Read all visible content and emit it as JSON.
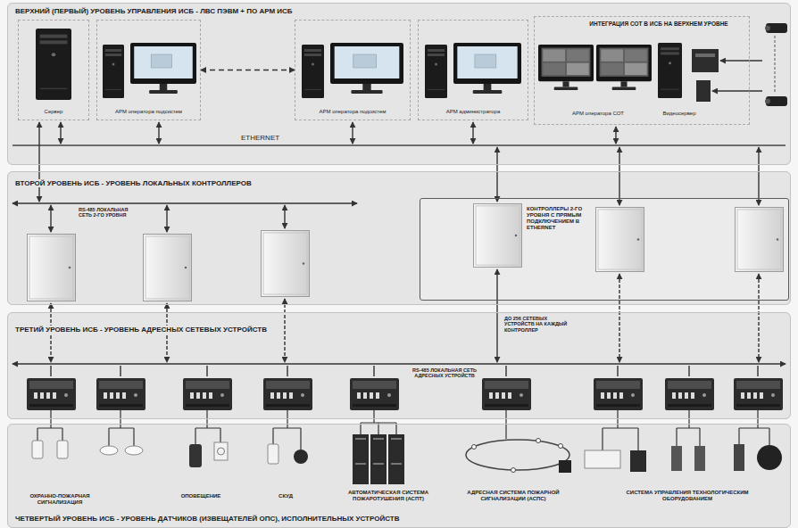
{
  "diagram": {
    "nodes": [
      {
        "text": [
          "ВЕРХНИЙ (ПЕРВЫЙ) УРОВЕНЬ УПРАВЛЕНИЯ ИСБ - ЛВС ПЭВМ + ПО АРМ ИСБ"
        ]
      },
      {
        "text": [
          "Сервер"
        ],
        "in": 0
      },
      {
        "text": [
          "АРМ оператора подсистем"
        ],
        "in": 0
      },
      {
        "text": [
          "АРМ оператора подсистем"
        ],
        "in": 0
      },
      {
        "text": [
          "АРМ администратора"
        ],
        "in": 0
      },
      {
        "text": [
          "ИНТЕГРАЦИЯ СОТ В ИСБ НА ВЕРХНЕМ УРОВНЕ",
          "АРМ оператора СОТ",
          "Видеосервер"
        ],
        "in": 0
      },
      {
        "text": [
          "ВТОРОЙ УРОВЕНЬ ИСБ - УРОВЕНЬ ЛОКАЛЬНЫХ КОНТРОЛЛЕРОВ"
        ]
      },
      {
        "text": [
          "КОНТРОЛЛЕРЫ 2-ГО УРОВНЯ С ПРЯМЫМ ПОДКЛЮЧЕНИЕМ В ETHERNET"
        ],
        "in": 6
      },
      {
        "text": [
          "ТРЕТИЙ УРОВЕНЬ ИСБ - УРОВЕНЬ АДРЕСНЫХ СЕТЕВЫХ УСТРОЙСТВ"
        ]
      },
      {
        "text": [
          "ЧЕТВЕРТЫЙ УРОВЕНЬ ИСБ - УРОВЕНЬ ДАТЧИКОВ (ИЗВЕЩАТЕЛЕЙ ОПС), ИСПОЛНИТЕЛЬНЫХ УСТРОЙСТВ"
        ]
      }
    ],
    "edges": [
      {
        "from": 2,
        "to": 3,
        "arrow": "both"
      }
    ],
    "labels": [
      "ETHERNET",
      "RS-485 ЛОКАЛЬНАЯ СЕТЬ 2-ГО УРОВНЯ",
      "ДО 256 СЕТЕВЫХ УСТРОЙСТВ НА КАЖДЫЙ КОНТРОЛЛЕР",
      "RS-485 ЛОКАЛЬНАЯ СЕТЬ АДРЕСНЫХ УСТРОЙСТВ",
      "ОХРАННО-ПОЖАРНАЯ СИГНАЛИЗАЦИЯ",
      "ОПОВЕЩЕНИЕ",
      "СКУД",
      "АВТОМАТИЧЕСКАЯ СИСТЕМА ПОЖАРОТУШЕНИЯ (АСПТ)",
      "АДРЕСНАЯ СИСТЕМА ПОЖАРНОЙ СИГНАЛИЗАЦИИ (АСПС)",
      "СИСТЕМА УПРАВЛЕНИЯ ТЕХНОЛОГИЧЕСКИМ ОБОРУДОВАНИЕМ"
    ]
  }
}
